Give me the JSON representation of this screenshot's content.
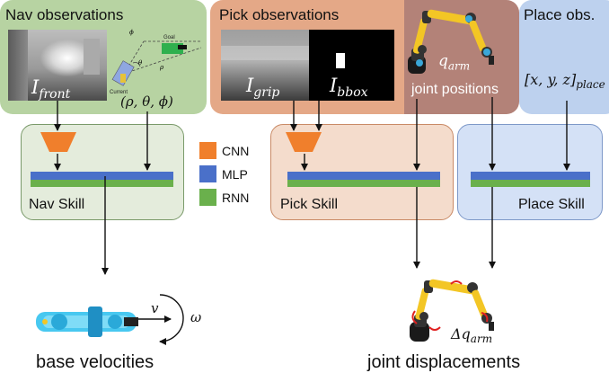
{
  "colors": {
    "nav_panel": "#b7d3a2",
    "pick_panel": "#e4a887",
    "arm_panel": "#b38278",
    "place_panel": "#bdd1ee",
    "nav_skill_bg": "#e4ecdc",
    "pick_skill_bg": "#f4dccc",
    "place_skill_bg": "#d4e1f6",
    "cnn": "#f07f2c",
    "mlp": "#4a70c9",
    "rnn": "#6ab04c",
    "robot_yellow": "#f3c625"
  },
  "panels": {
    "nav": {
      "title": "Nav observations"
    },
    "pick": {
      "title": "Pick observations"
    },
    "place": {
      "title": "Place obs."
    }
  },
  "images": {
    "front": {
      "label_main": "I",
      "label_sub": "front"
    },
    "grip": {
      "label_main": "I",
      "label_sub": "grip"
    },
    "bbox": {
      "label_main": "I",
      "label_sub": "bbox"
    }
  },
  "diagram_labels": {
    "goal": "Goal",
    "current": "Current",
    "polar": "(ρ, θ, ϕ)",
    "q_arm_main": "q",
    "q_arm_sub": "arm",
    "joint_positions": "joint positions",
    "place_coords_main": "[x, y, z]",
    "place_coords_sub": "place",
    "v": "v",
    "omega": "ω",
    "delta_q_main": "Δq",
    "delta_q_sub": "arm"
  },
  "legend": [
    {
      "label": "CNN",
      "color": "#f07f2c"
    },
    {
      "label": "MLP",
      "color": "#4a70c9"
    },
    {
      "label": "RNN",
      "color": "#6ab04c"
    }
  ],
  "skills": {
    "nav": "Nav Skill",
    "pick": "Pick Skill",
    "place": "Place Skill"
  },
  "outputs": {
    "base": "base velocities",
    "joint": "joint displacements"
  }
}
